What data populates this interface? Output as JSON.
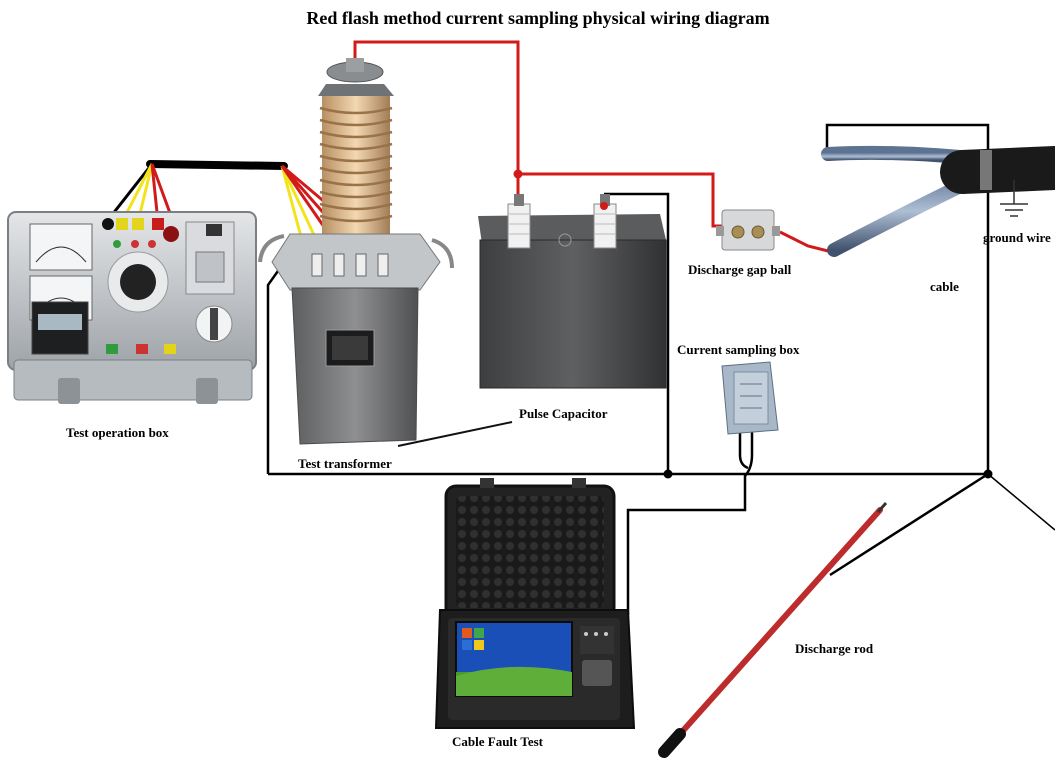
{
  "title": "Red flash method current sampling physical wiring diagram",
  "labels": {
    "test_operation_box": "Test operation box",
    "test_transformer": "Test transformer",
    "pulse_capacitor": "Pulse Capacitor",
    "discharge_gap_ball": "Discharge gap ball",
    "cable": "cable",
    "ground_wire": "ground wire",
    "current_sampling_box": "Current sampling box",
    "discharge_rod": "Discharge rod",
    "cable_fault_test": "Cable  Fault  Test"
  },
  "colors": {
    "hv_wire": "#d21a1a",
    "ground_wire": "#000000",
    "signal_wires": [
      "#f2e41c",
      "#d21a1a",
      "#000000"
    ]
  }
}
